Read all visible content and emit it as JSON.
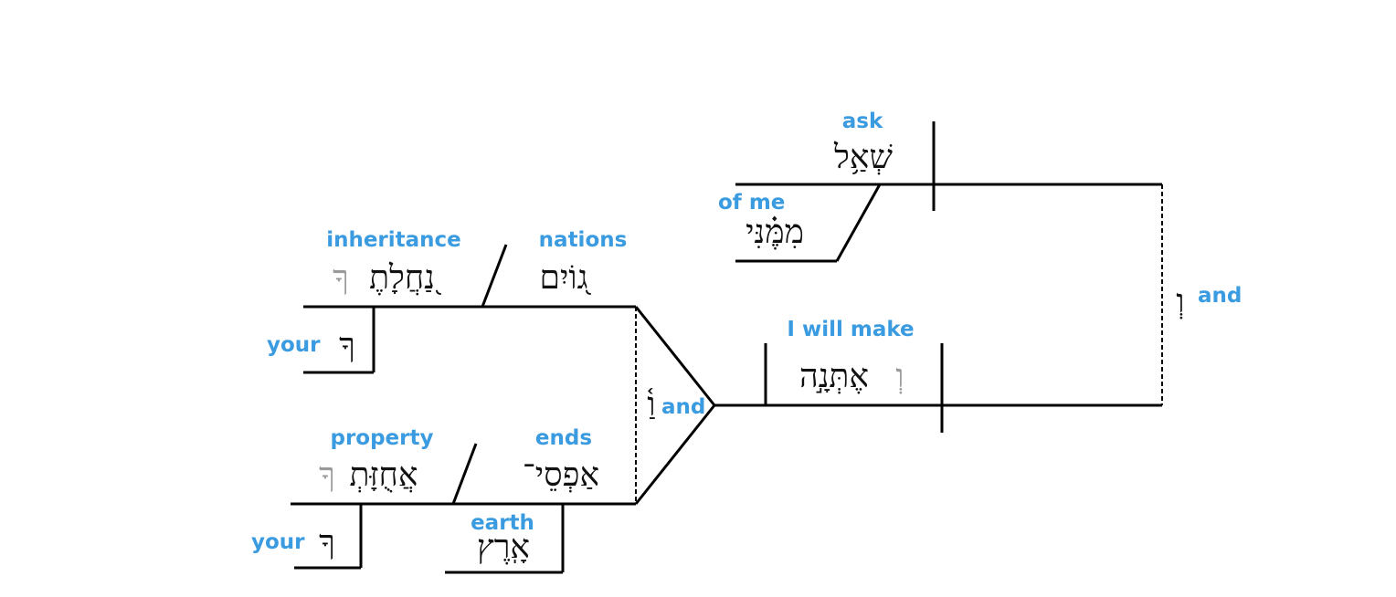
{
  "colors": {
    "gloss": "#3a9be0",
    "hebrew": "#111111",
    "suffix": "#9a9a9a",
    "lines": "#000000"
  },
  "clause_ask": {
    "gloss_verb": "ask",
    "verb": "שְׁאַ֥ל",
    "gloss_prep": "of me",
    "prep": "מִמֶּ֗נִּי"
  },
  "conjunction_main": {
    "hebrew": "וְ",
    "gloss": "and"
  },
  "clause_give": {
    "gloss_verb": "I will make",
    "conj_prefix": "וְ",
    "verb": "אֶתְּנָ֣ה"
  },
  "compound_conj": {
    "hebrew": "וַ֫",
    "gloss": "and"
  },
  "object_1": {
    "gloss_head": "inheritance",
    "head": "נַ֭חֲלָתֶ",
    "head_suffix": "ךָ",
    "gloss_appos": "nations",
    "appos": "ג֭וֹיִם",
    "gloss_poss": "your",
    "poss": "ךָ"
  },
  "object_2": {
    "gloss_head": "property",
    "head": "אֲחֻזָּתְ",
    "head_suffix": "ךָ",
    "gloss_appos": "ends",
    "appos": "אַפְסֵי־",
    "gloss_poss": "your",
    "poss": "ךָ",
    "gloss_gen": "earth",
    "gen": "אָֽרֶץ"
  }
}
